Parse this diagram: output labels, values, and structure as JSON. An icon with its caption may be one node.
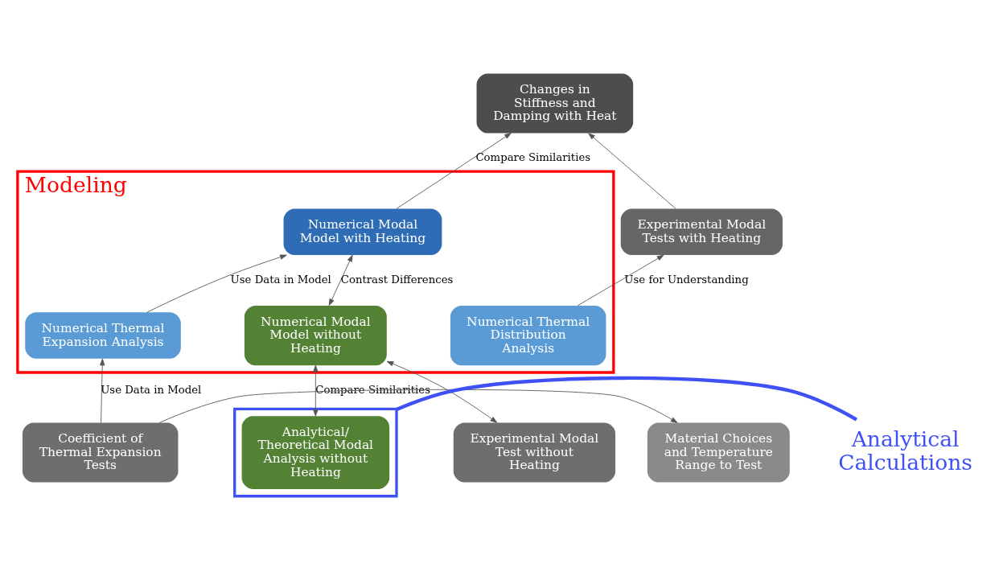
{
  "diagram": {
    "nodes": [
      {
        "text": [
          "Changes in Stiffness and Damping with Heat"
        ]
      },
      {
        "text": [
          "Modeling"
        ]
      },
      {
        "text": [
          "Numerical Modal Model with Heating"
        ],
        "in": 1
      },
      {
        "text": [
          "Experimental Modal Tests with Heating"
        ]
      },
      {
        "text": [
          "Numerical Thermal Expansion Analysis"
        ],
        "in": 1
      },
      {
        "text": [
          "Numerical Modal Model without Heating"
        ],
        "in": 1
      },
      {
        "text": [
          "Numerical Thermal Distribution Analysis"
        ],
        "in": 1
      },
      {
        "text": [
          "Material Choices and Temperature Range to Test"
        ]
      },
      {
        "text": [
          "Coefficient of Thermal Expansion Tests"
        ]
      },
      {
        "text": [],
        "shape": "box"
      },
      {
        "text": [
          "Analytical/ Theoretical Modal Analysis without Heating"
        ],
        "in": 9
      },
      {
        "text": [
          "Experimental Modal Test without Heating"
        ]
      },
      {
        "text": [
          "Analytical Calculations"
        ]
      }
    ],
    "edges": [
      {
        "from": 2,
        "to": 0,
        "arrow": "to",
        "label": "Compare Similarities"
      },
      {
        "from": 3,
        "to": 0,
        "arrow": "to"
      },
      {
        "from": 6,
        "to": 3,
        "arrow": "to",
        "label": "Use for Understanding"
      },
      {
        "from": 4,
        "to": 2,
        "arrow": "to",
        "label": "Use Data in Model"
      },
      {
        "from": 2,
        "to": 5,
        "arrow": "both",
        "label": "Contrast Differences"
      },
      {
        "from": 8,
        "to": 4,
        "arrow": "to",
        "label": "Use Data in Model"
      },
      {
        "from": 8,
        "to": 7,
        "arrow": "to"
      },
      {
        "from": 5,
        "to": 10,
        "arrow": "both",
        "label": "Compare Similarities"
      },
      {
        "from": 5,
        "to": 11,
        "arrow": "both"
      },
      {
        "from": 12,
        "to": 9,
        "arrow": "none",
        "style": "thick",
        "color": "#3f51f5"
      }
    ]
  }
}
